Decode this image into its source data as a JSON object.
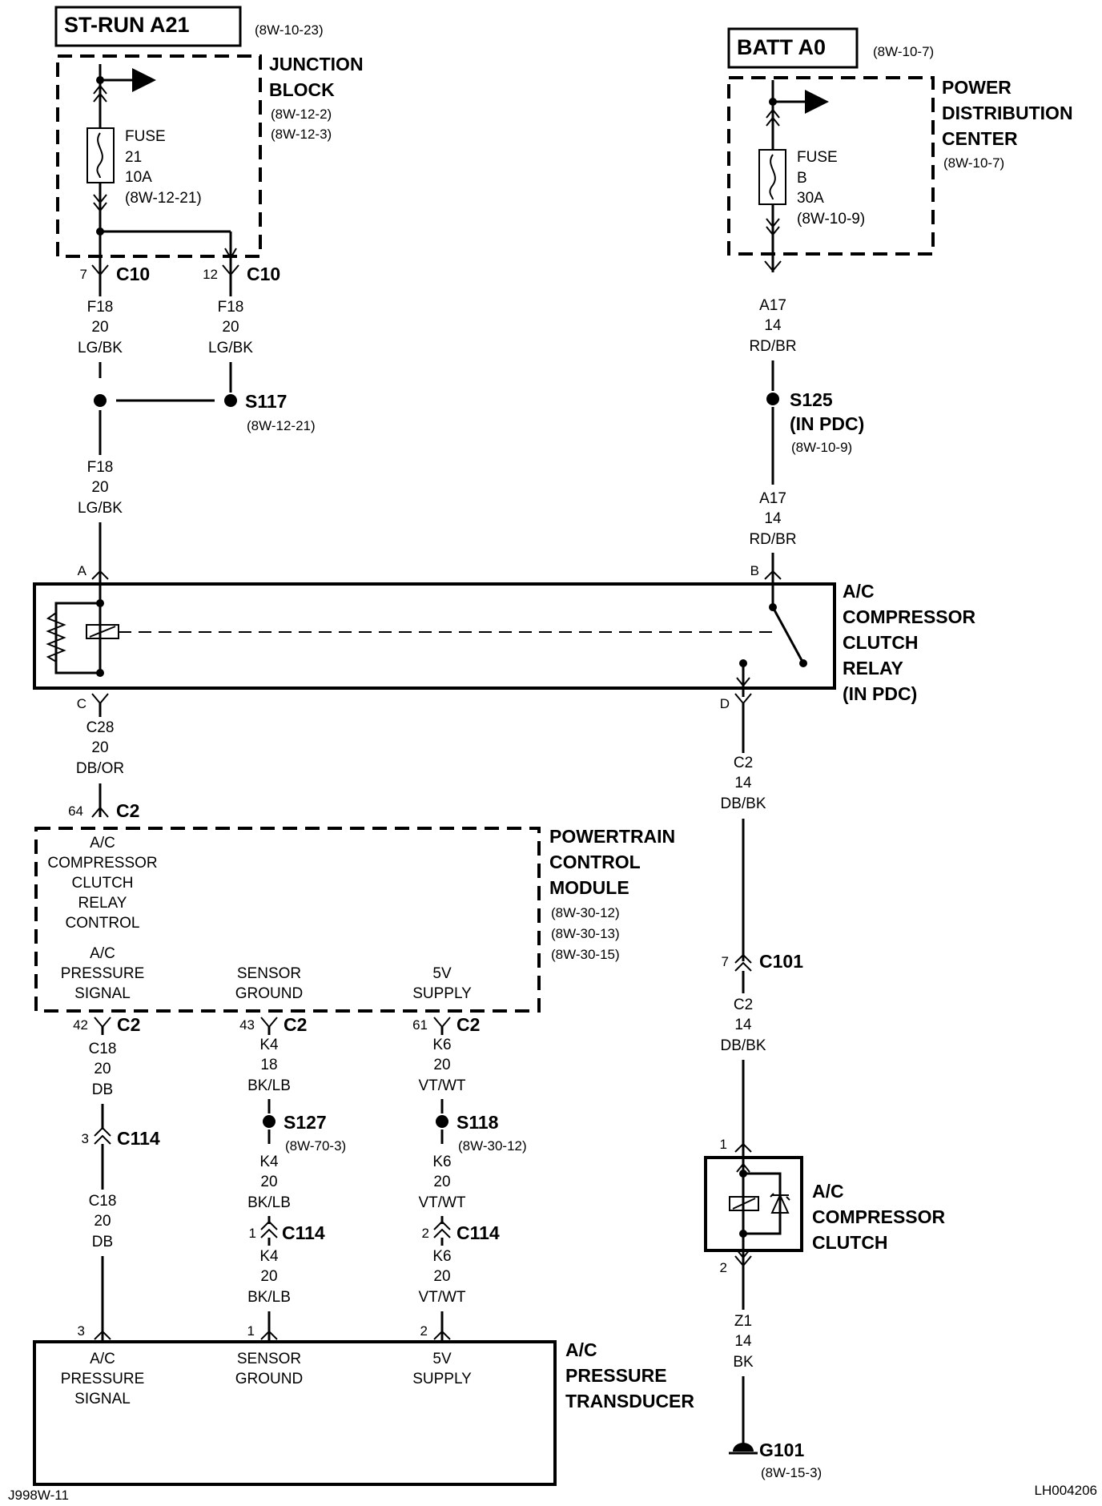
{
  "batt_a0": {
    "label": "BATT A0",
    "ref": "(8W-10-7)"
  },
  "st_run": {
    "label": "ST-RUN A21",
    "ref": "(8W-10-23)"
  },
  "junction_block": {
    "title": [
      "JUNCTION",
      "BLOCK"
    ],
    "refs": [
      "(8W-12-2)",
      "(8W-12-3)"
    ],
    "fuse": [
      "FUSE",
      "21",
      "10A",
      "(8W-12-21)"
    ],
    "conn": [
      {
        "pin": "7",
        "name": "C10"
      },
      {
        "pin": "12",
        "name": "C10"
      }
    ]
  },
  "pdc": {
    "title": [
      "POWER",
      "DISTRIBUTION",
      "CENTER"
    ],
    "ref": "(8W-10-7)",
    "fuse": [
      "FUSE",
      "B",
      "30A",
      "(8W-10-9)"
    ]
  },
  "wires": {
    "w_f18_left": [
      "F18",
      "20",
      "LG/BK"
    ],
    "w_f18_right": [
      "F18",
      "20",
      "LG/BK"
    ],
    "w_f18_lower": [
      "F18",
      "20",
      "LG/BK"
    ],
    "w_a17_top": [
      "A17",
      "14",
      "RD/BR"
    ],
    "w_a17_bottom": [
      "A17",
      "14",
      "RD/BR"
    ],
    "w_c28": [
      "C28",
      "20",
      "DB/OR"
    ],
    "w_c2_top": [
      "C2",
      "14",
      "DB/BK"
    ],
    "w_c2_bottom": [
      "C2",
      "14",
      "DB/BK"
    ],
    "w_c18_top": [
      "C18",
      "20",
      "DB"
    ],
    "w_c18_bottom": [
      "C18",
      "20",
      "DB"
    ],
    "w_k4_top": [
      "K4",
      "18",
      "BK/LB"
    ],
    "w_k4_mid": [
      "K4",
      "20",
      "BK/LB"
    ],
    "w_k4_bottom": [
      "K4",
      "20",
      "BK/LB"
    ],
    "w_k6_top": [
      "K6",
      "20",
      "VT/WT"
    ],
    "w_k6_mid": [
      "K6",
      "20",
      "VT/WT"
    ],
    "w_k6_bottom": [
      "K6",
      "20",
      "VT/WT"
    ],
    "w_z1": [
      "Z1",
      "14",
      "BK"
    ]
  },
  "splices": {
    "s117": {
      "name": "S117",
      "ref": "(8W-12-21)"
    },
    "s125": {
      "name": "S125",
      "sub": "(IN PDC)",
      "ref": "(8W-10-9)"
    },
    "s127": {
      "name": "S127",
      "ref": "(8W-70-3)"
    },
    "s118": {
      "name": "S118",
      "ref": "(8W-30-12)"
    }
  },
  "relay": {
    "title": [
      "A/C",
      "COMPRESSOR",
      "CLUTCH",
      "RELAY",
      "(IN PDC)"
    ],
    "pins": {
      "a": "A",
      "b": "B",
      "c": "C",
      "d": "D"
    }
  },
  "pcm": {
    "title": [
      "POWERTRAIN",
      "CONTROL",
      "MODULE"
    ],
    "refs": [
      "(8W-30-12)",
      "(8W-30-13)",
      "(8W-30-15)"
    ],
    "relay_ctrl": [
      "A/C",
      "COMPRESSOR",
      "CLUTCH",
      "RELAY",
      "CONTROL"
    ],
    "pressure_signal": [
      "A/C",
      "PRESSURE",
      "SIGNAL"
    ],
    "sensor_ground": [
      "SENSOR",
      "GROUND"
    ],
    "supply_5v": [
      "5V",
      "SUPPLY"
    ],
    "conn": [
      {
        "pin": "64",
        "name": "C2"
      },
      {
        "pin": "42",
        "name": "C2"
      },
      {
        "pin": "43",
        "name": "C2"
      },
      {
        "pin": "61",
        "name": "C2"
      }
    ]
  },
  "c101": {
    "pin": "7",
    "name": "C101"
  },
  "c114": [
    {
      "pin": "3",
      "name": "C114"
    },
    {
      "pin": "1",
      "name": "C114"
    },
    {
      "pin": "2",
      "name": "C114"
    }
  ],
  "clutch": {
    "title": [
      "A/C",
      "COMPRESSOR",
      "CLUTCH"
    ],
    "pins": [
      "1",
      "2"
    ]
  },
  "transducer": {
    "title": [
      "A/C",
      "PRESSURE",
      "TRANSDUCER"
    ],
    "pins": [
      "3",
      "1",
      "2"
    ],
    "pressure_signal": [
      "A/C",
      "PRESSURE",
      "SIGNAL"
    ],
    "sensor_ground": [
      "SENSOR",
      "GROUND"
    ],
    "supply_5v": [
      "5V",
      "SUPPLY"
    ]
  },
  "ground": {
    "name": "G101",
    "ref": "(8W-15-3)"
  },
  "footer": {
    "left": "J998W-11",
    "right": "LH004206"
  }
}
